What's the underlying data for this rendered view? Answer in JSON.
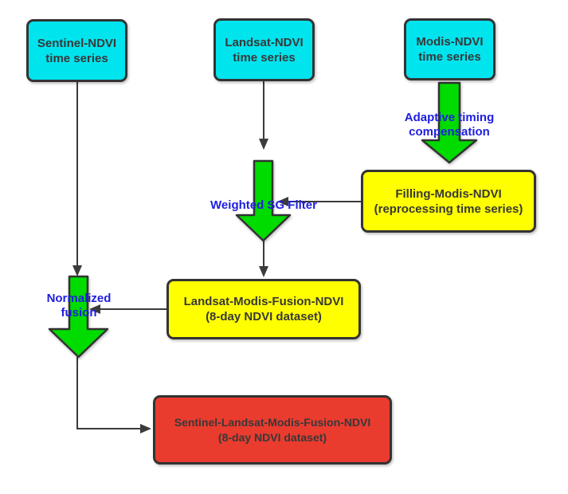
{
  "diagram": {
    "nodes": {
      "sentinel": {
        "line1": "Sentinel-NDVI",
        "line2": "time series"
      },
      "landsat": {
        "line1": "Landsat-NDVI",
        "line2": "time series"
      },
      "modis": {
        "line1": "Modis-NDVI",
        "line2": "time series"
      },
      "filling": {
        "line1": "Filling-Modis-NDVI",
        "line2": "(reprocessing time series)"
      },
      "fusion": {
        "line1": "Landsat-Modis-Fusion-NDVI",
        "line2": "(8-day NDVI dataset)"
      },
      "final": {
        "line1": "Sentinel-Landsat-Modis-Fusion-NDVI",
        "line2": "(8-day NDVI dataset)"
      }
    },
    "edge_labels": {
      "adaptive": {
        "line1": "Adaptive timing",
        "line2": "compensation"
      },
      "weighted": {
        "line1": "Weighted SG Filter"
      },
      "normalized": {
        "line1": "Normalized",
        "line2": "fusion"
      }
    },
    "colors": {
      "input_node_fill": "#00E4EE",
      "process_node_fill": "#FFFF00",
      "output_node_fill": "#E93C2F",
      "block_arrow_fill": "#00DB00",
      "node_border": "#333333",
      "connector": "#3B3B3B",
      "edge_label_text": "#1E1EE0",
      "node_text": "#383838"
    }
  }
}
